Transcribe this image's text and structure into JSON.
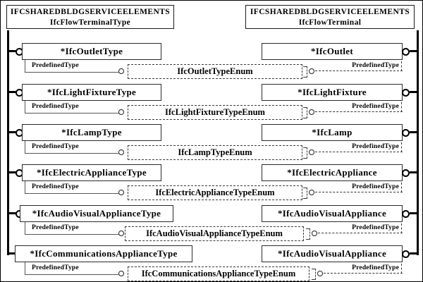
{
  "diagram": {
    "header_left": {
      "line1": "IFCSHAREDBLDGSERVICEELEMENTS",
      "line2": "IfcFlowTerminalType"
    },
    "header_right": {
      "line1": "IFCSHAREDBLDGSERVICEELEMENTS",
      "line2": "IfcFlowTerminal"
    },
    "colors": {
      "background": "#ffffff",
      "line": "#000000",
      "box_border": "#2a2a2a",
      "dashed_line": "#3a3a3a"
    }
  },
  "rows": [
    {
      "left": "*IfcOutletType",
      "attr": "PredefinedType",
      "enum": "IfcOutletTypeEnum",
      "right": "*IfcOutlet"
    },
    {
      "left": "*IfcLightFixtureType",
      "attr": "PredefinedType",
      "enum": "IfcLightFixtureTypeEnum",
      "right": "*IfcLightFixture"
    },
    {
      "left": "*IfcLampType",
      "attr": "PredefinedType",
      "enum": "IfcLampTypeEnum",
      "right": "*IfcLamp"
    },
    {
      "left": "*IfcElectricApplianceType",
      "attr": "PredefinedType",
      "enum": "IfcElectricApplianceTypeEnum",
      "right": "*IfcElectricAppliance"
    },
    {
      "left": "*IfcAudioVisualApplianceType",
      "attr": "PredefinedType",
      "enum": "IfcAudioVisualApplianceTypeEnum",
      "right": "*IfcAudioVisualAppliance"
    },
    {
      "left": "*IfcCommunicationsApplianceType",
      "attr": "PredefinedType",
      "enum": "IfcCommunicationsApplianceTypeEnum",
      "right": "*IfcAudioVisualAppliance"
    }
  ]
}
